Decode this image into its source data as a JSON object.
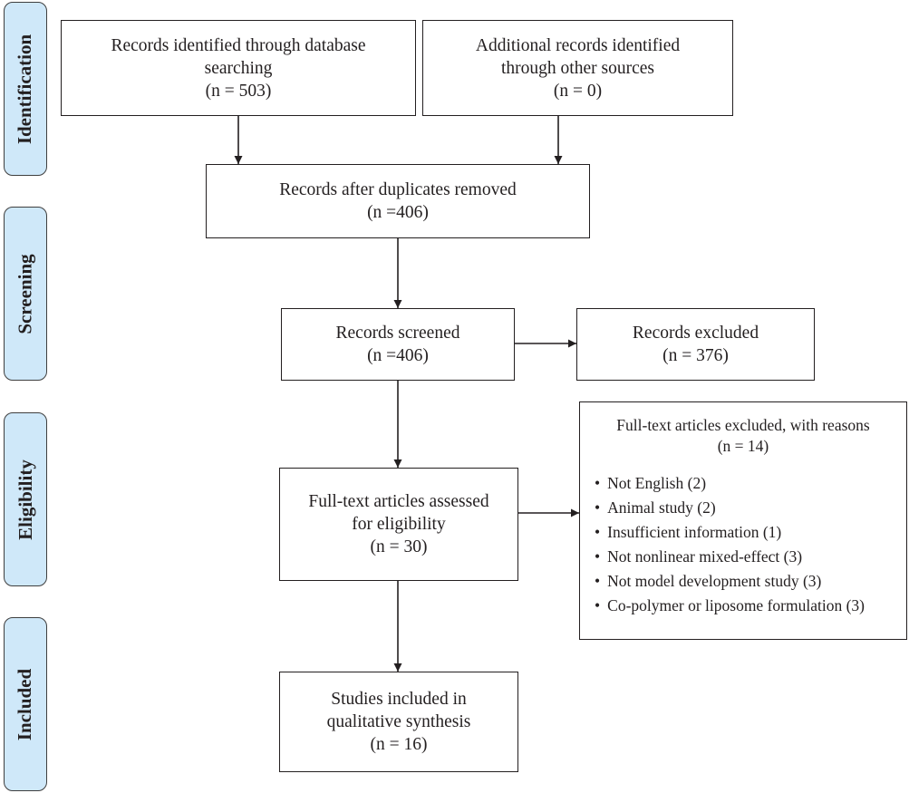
{
  "phases": {
    "identification": "Identification",
    "screening": "Screening",
    "eligibility": "Eligibility",
    "included": "Included"
  },
  "boxes": {
    "database": {
      "line1": "Records identified through database",
      "line2": "searching",
      "count": "(n = 503)"
    },
    "other_sources": {
      "line1": "Additional records identified",
      "line2": "through other sources",
      "count": "(n = 0)"
    },
    "duplicates_removed": {
      "line1": "Records after duplicates removed",
      "count": "(n =406)"
    },
    "screened": {
      "line1": "Records screened",
      "count": "(n =406)"
    },
    "excluded": {
      "line1": "Records excluded",
      "count": "(n = 376)"
    },
    "full_text": {
      "line1": "Full-text articles assessed",
      "line2": "for eligibility",
      "count": "(n = 30)"
    },
    "full_text_excluded": {
      "title": "Full-text articles excluded, with reasons",
      "count": "(n = 14)",
      "reasons": [
        "Not English (2)",
        "Animal study (2)",
        "Insufficient information (1)",
        "Not nonlinear mixed-effect (3)",
        "Not model development study (3)",
        "Co-polymer or liposome formulation (3)"
      ]
    },
    "included": {
      "line1": "Studies included in",
      "line2": "qualitative synthesis",
      "count": "(n = 16)"
    }
  },
  "colors": {
    "phase_fill": "#cfe8f9",
    "stroke": "#231f20"
  }
}
